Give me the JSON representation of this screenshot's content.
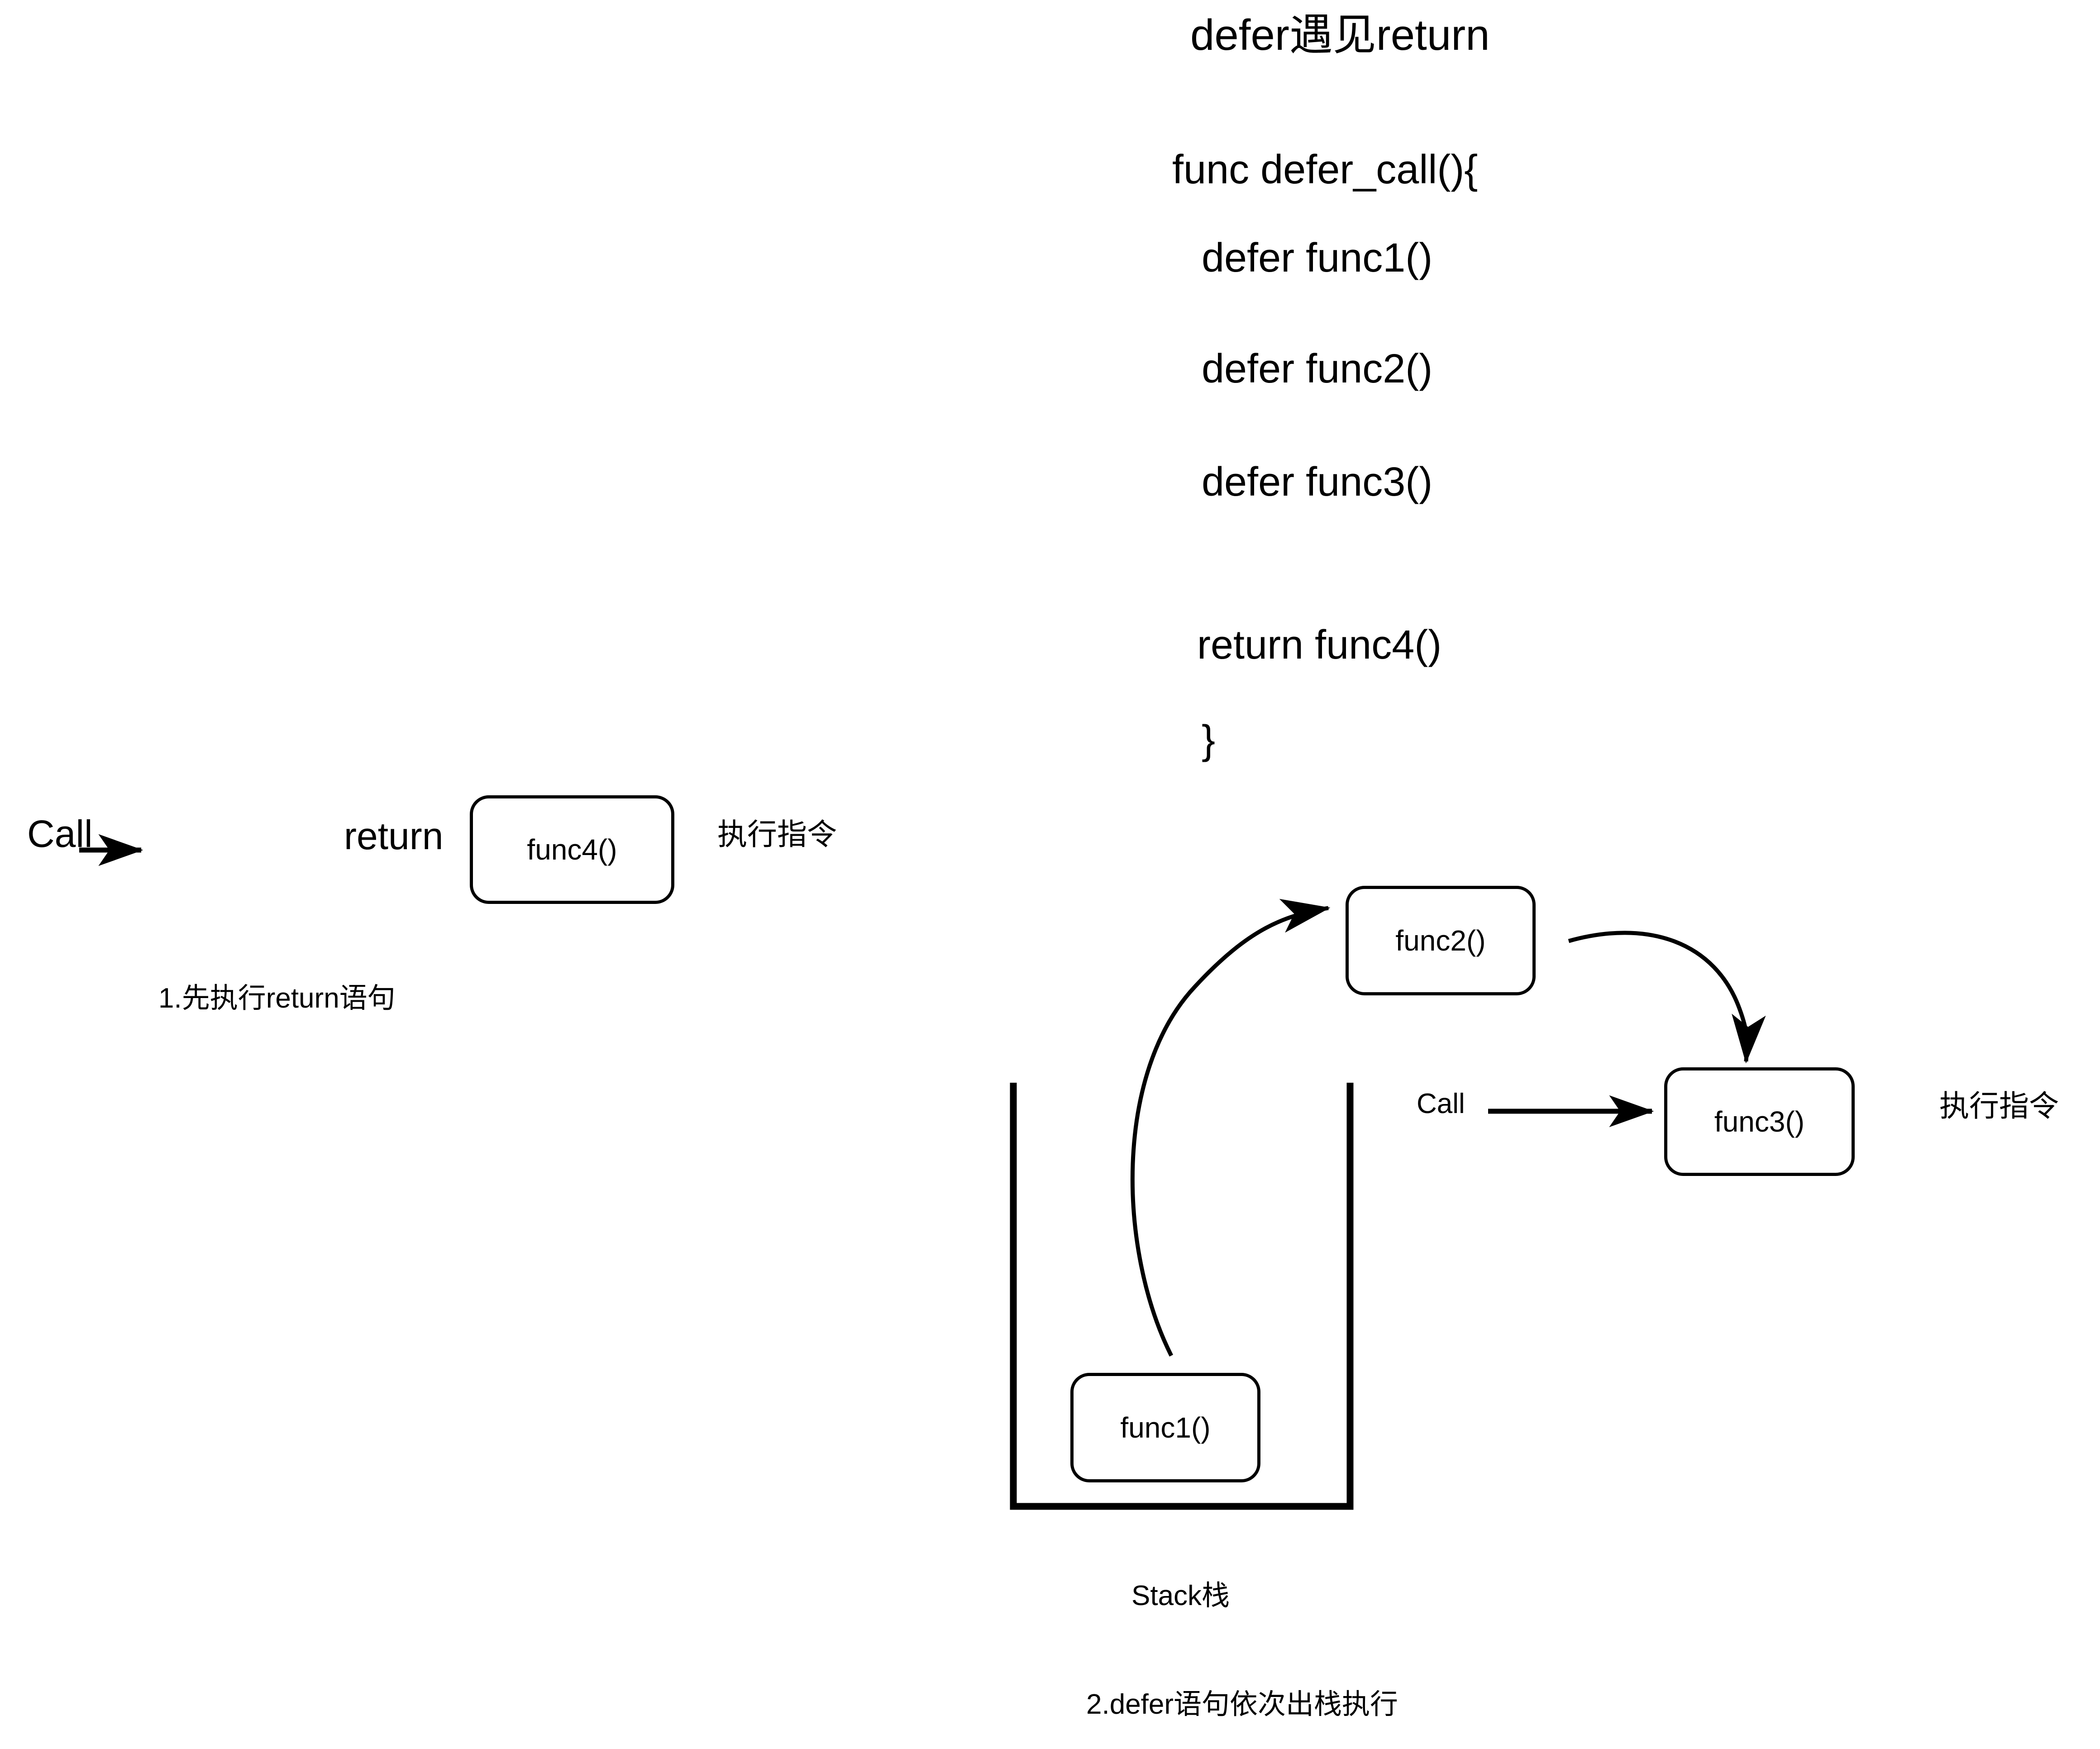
{
  "title": "defer遇见return",
  "code": {
    "lines": [
      "func defer_call(){",
      "defer func1()",
      "defer func2()",
      "defer func3()",
      "return func4()",
      "}"
    ]
  },
  "step1": {
    "call_label": "Call",
    "return_label": "return",
    "box_label": "func4()",
    "exec_label": "执行指令",
    "caption": "1.先执行return语句"
  },
  "step2": {
    "func2_label": "func2()",
    "func3_label": "func3()",
    "func1_label": "func1()",
    "call_label": "Call",
    "exec_label": "执行指令",
    "stack_label": "Stack栈",
    "caption": "2.defer语句依次出栈执行"
  },
  "colors": {
    "stroke": "#000000",
    "background": "#ffffff"
  }
}
